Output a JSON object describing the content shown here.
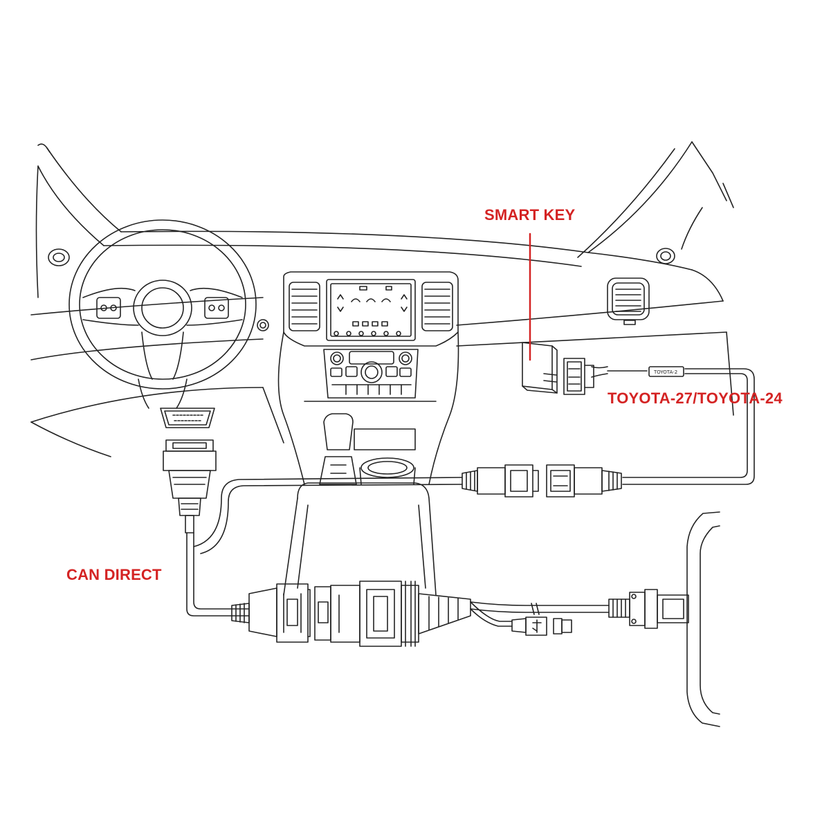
{
  "labels": {
    "smart_key": "SMART KEY",
    "toyota_cable": "TOYOTA-27/TOYOTA-24",
    "can_direct": "CAN DIRECT"
  },
  "tags": {
    "cable_tag": "TOYOTA-2"
  },
  "colors": {
    "callout": "#d42323",
    "line": "#222222",
    "background": "#ffffff"
  },
  "icons": [
    "steering-wheel-icon",
    "obd-port-icon",
    "smart-key-box-icon",
    "connector-icon",
    "usb-plug-icon",
    "db15-connector-icon"
  ]
}
